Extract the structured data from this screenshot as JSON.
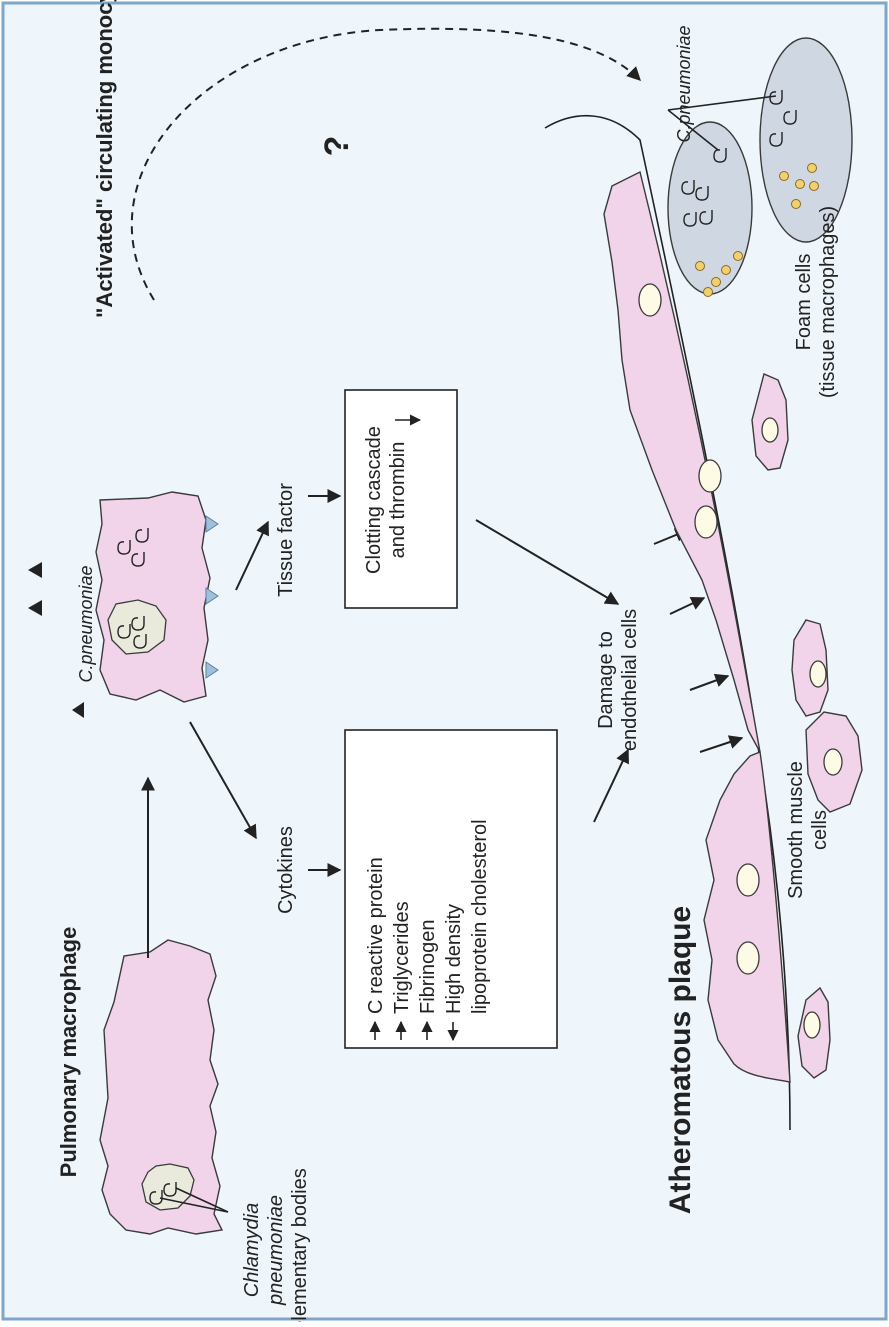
{
  "colors": {
    "background": "#eef6fb",
    "border": "#7fa6c8",
    "cell_pink": "#f1d3ea",
    "cell_stroke": "#3a3a3a",
    "foam_fill": "#cfd8e2",
    "nucleus_fill": "#fdfae6",
    "yellow_dot": "#f1d070",
    "triangle_dark": "#222222",
    "triangle_blue": "#9ec0dc"
  },
  "labels": {
    "pulmonary_macrophage": "Pulmonary macrophage",
    "elementary_bodies_1": "Chlamydia",
    "elementary_bodies_2": "pneumoniae",
    "elementary_bodies_3": "elementary bodies",
    "activated_monocyte": "\"Activated\" circulating monocyte",
    "c_pneumoniae": "C.pneumoniae",
    "cytokines": "Cytokines",
    "tissue_factor": "Tissue factor",
    "damage_1": "Damage to",
    "damage_2": "endothelial cells",
    "atheromatous_plaque": "Atheromatous plaque",
    "smooth_muscle_1": "Smooth muscle",
    "smooth_muscle_2": "cells",
    "foam_cells_1": "Foam cells",
    "foam_cells_2": "(tissue macrophages)",
    "foam_c_pneumoniae": "C.pneumoniae",
    "question": "?"
  },
  "markers_box": {
    "items": [
      {
        "label": "C reactive protein",
        "direction": "up"
      },
      {
        "label": "Triglycerides",
        "direction": "up"
      },
      {
        "label": "Fibrinogen",
        "direction": "up"
      },
      {
        "label": "High density",
        "direction": "down"
      },
      {
        "label": "lipoprotein cholesterol",
        "direction": ""
      }
    ]
  },
  "clotting_box": {
    "line1": "Clotting cascade",
    "line2": "and thrombin"
  }
}
